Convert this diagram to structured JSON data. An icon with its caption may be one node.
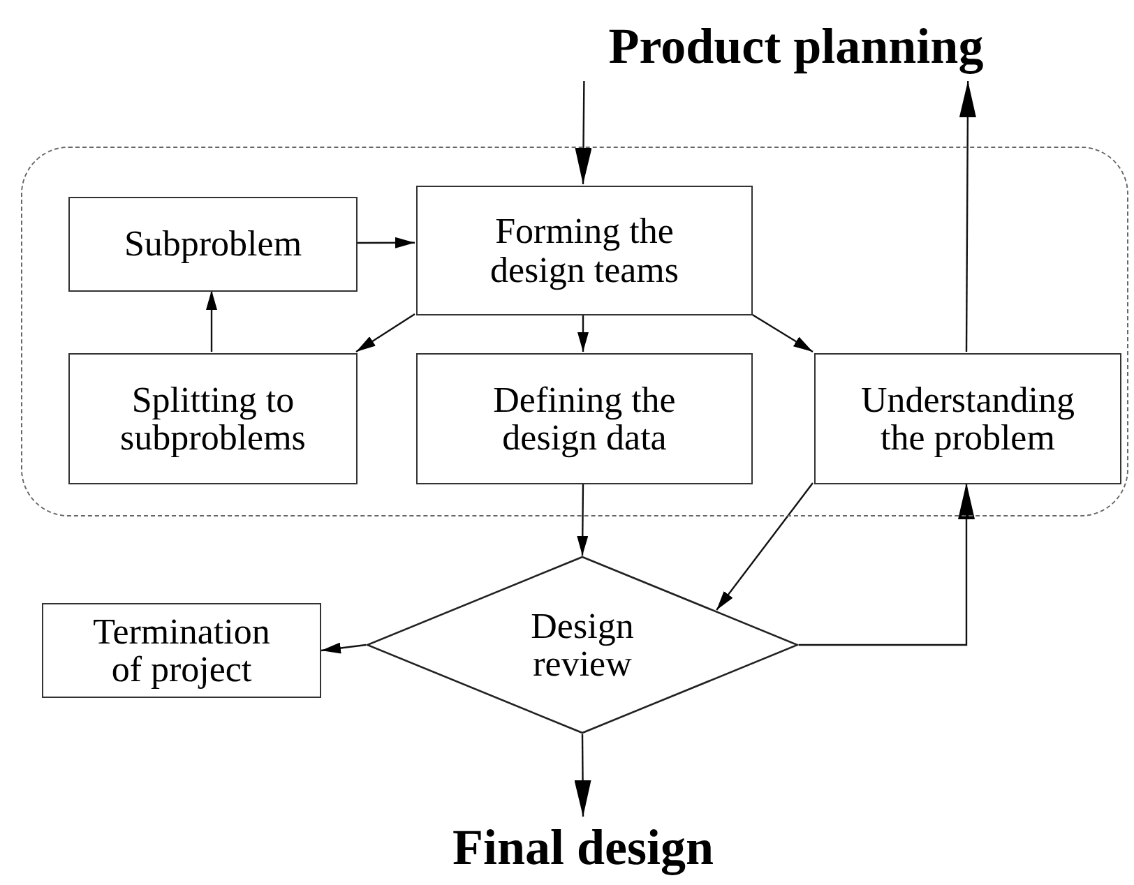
{
  "diagram": {
    "nodes": [
      {
        "text": [
          "Product planning"
        ]
      },
      {
        "text": [],
        "shape": "box"
      },
      {
        "text": [
          "Subproblem"
        ],
        "in": 1
      },
      {
        "text": [
          "Forming the design teams"
        ],
        "in": 1
      },
      {
        "text": [
          "Splitting to subproblems"
        ],
        "in": 1
      },
      {
        "text": [
          "Defining the design data"
        ],
        "in": 1
      },
      {
        "text": [
          "Understanding the problem"
        ],
        "in": 1
      },
      {
        "text": [
          "Termination of project"
        ]
      },
      {
        "text": [
          "Design review"
        ]
      },
      {
        "text": [
          "Final design"
        ]
      }
    ],
    "edges": [
      {
        "from": 0,
        "to": 3,
        "arrow": "to"
      },
      {
        "from": 6,
        "to": 0,
        "arrow": "to"
      },
      {
        "from": 2,
        "to": 3,
        "arrow": "to"
      },
      {
        "from": 4,
        "to": 2,
        "arrow": "to"
      },
      {
        "from": 3,
        "to": 4,
        "arrow": "to"
      },
      {
        "from": 3,
        "to": 5,
        "arrow": "to"
      },
      {
        "from": 3,
        "to": 6,
        "arrow": "to"
      },
      {
        "from": 5,
        "to": 8,
        "arrow": "to"
      },
      {
        "from": 6,
        "to": 8,
        "arrow": "to"
      },
      {
        "from": 8,
        "to": 7,
        "arrow": "to"
      },
      {
        "from": 8,
        "to": 6,
        "arrow": "to"
      },
      {
        "from": 8,
        "to": 9,
        "arrow": "to"
      }
    ]
  }
}
